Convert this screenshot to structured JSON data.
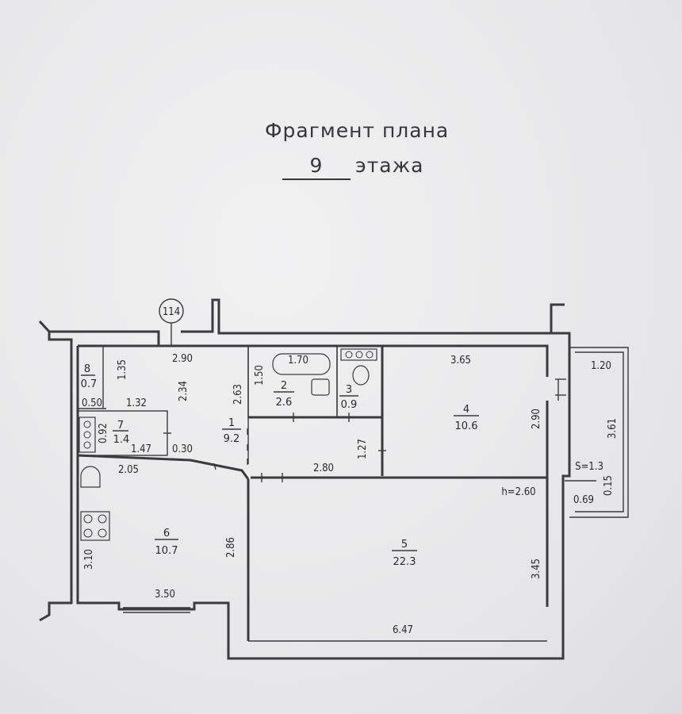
{
  "title": "Фрагмент плана",
  "floor_number": "9",
  "floor_word": "этажа",
  "axis_marker": "114",
  "ceiling_height": "h=2.60",
  "balcony_area": "S=1.3",
  "rooms": [
    {
      "number": "1",
      "area": "9.2"
    },
    {
      "number": "2",
      "area": "2.6"
    },
    {
      "number": "3",
      "area": "0.9"
    },
    {
      "number": "4",
      "area": "10.6"
    },
    {
      "number": "5",
      "area": "22.3"
    },
    {
      "number": "6",
      "area": "10.7"
    },
    {
      "number": "7",
      "area": "1.4"
    },
    {
      "number": "8",
      "area": "0.7"
    }
  ],
  "dimensions": {
    "d290_top": "2.90",
    "d170": "1.70",
    "d365": "3.65",
    "d120": "1.20",
    "d135": "1.35",
    "d234": "2.34",
    "d263": "2.63",
    "d150": "1.50",
    "d050": "0.50",
    "d132": "1.32",
    "d092": "0.92",
    "d147": "1.47",
    "d030": "0.30",
    "d127": "1.27",
    "d290_right": "2.90",
    "d361": "3.61",
    "d205": "2.05",
    "d280": "2.80",
    "d069": "0.69",
    "d015": "0.15",
    "d310": "3.10",
    "d286": "2.86",
    "d345": "3.45",
    "d350": "3.50",
    "d647": "6.47"
  }
}
